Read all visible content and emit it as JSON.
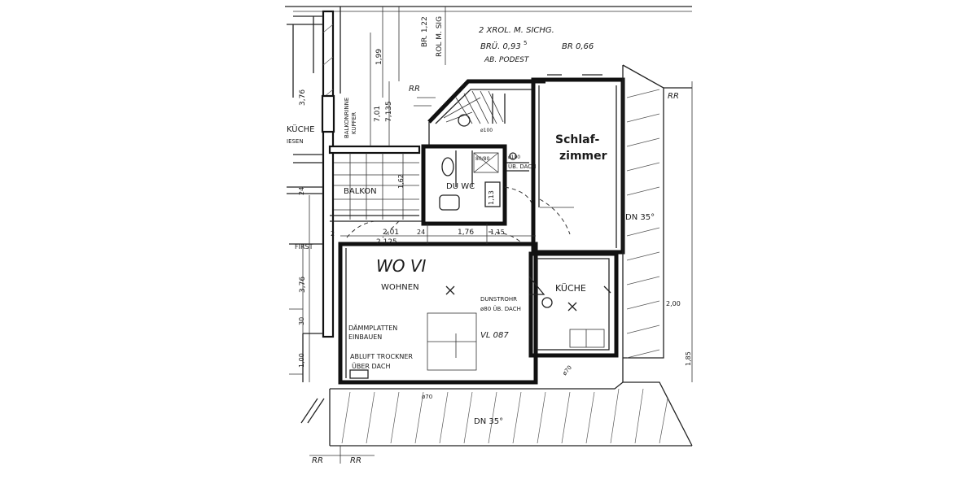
{
  "rooms": {
    "schlafzimmer_line1": "Schlaf-",
    "schlafzimmer_line2": "zimmer",
    "balkon": "BALKON",
    "dusche_wc": "DU WC",
    "kuche_right": "KÜCHE",
    "kuche_left": "KÜCHE",
    "first": "FIRST",
    "unit_name": "WO VI",
    "wohnen": "WOHNEN",
    "sliesen": "IESEN"
  },
  "annotations": {
    "rolladen": "2 XROL. M. SICHG.",
    "brue": "BRÜ. 0,93",
    "brue_sup": "5",
    "br066": "BR 0,66",
    "ab_podest": "AB. PODEST",
    "br122": "BR. 1,22",
    "rol_m_si": "ROL M. SIG",
    "balkonrinne": "BALKONRINNE",
    "kupfer": "KUPFER",
    "daemmplatten": "DÄMMPLATTEN",
    "einbauen": "EINBAUEN",
    "abluft_trockner": "ABLUFT TROCKNER",
    "ueber_dach": "ÜBER DACH",
    "dunstrohr": "DUNSTROHR",
    "dunst_detail": "ø80 ÜB. DACH",
    "vl": "VL 087",
    "ueb_dach_small": "ÜB. DACH",
    "dn35_right": "DN 35°",
    "dn35_bottom": "DN 35°",
    "d100_stair": "ø100",
    "d100_wc": "ø100",
    "d70_bottom": "ø70",
    "d70_kitchen": "ø70",
    "rr_top": "RR",
    "rr_right": "RR",
    "rr_bottom_left": "RR",
    "rr_bottom_right": "RR"
  },
  "dimensions": {
    "d199": "1,99",
    "d701": "7,01",
    "d7135": "7,135",
    "d376_top": "3,76",
    "d376_left": "3,76",
    "d201": "2,01",
    "d2125": "2,125",
    "d176": "1,76",
    "d115": "1,15",
    "d113": "1,13",
    "d162": "1,62",
    "d200": "2,00",
    "d185": "1,85",
    "d100": "1,00",
    "d30": "30",
    "d2": "2",
    "d24a": "24",
    "d24b": "24",
    "shower": "80/80"
  }
}
